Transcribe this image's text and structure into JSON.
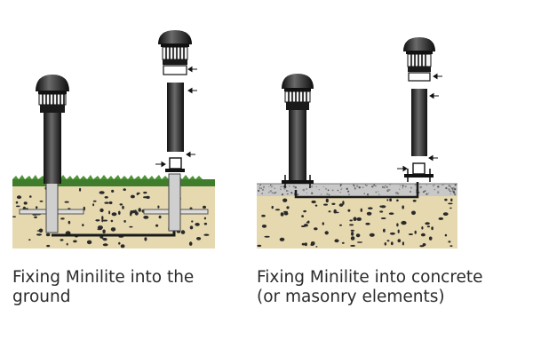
{
  "captions": {
    "ground": {
      "line1": "Fixing Minilite into the",
      "line2": "ground"
    },
    "concrete": {
      "line1": "Fixing Minilite into concrete",
      "line2": "(or masonry elements)"
    }
  },
  "colors": {
    "lamp": "#1a1a1a",
    "soil": "#e6d9b0",
    "grass": "#3f7d2c",
    "concrete_top": "#c8c8c8",
    "stones": "#2a2a2a",
    "text": "#2b2b2b"
  }
}
